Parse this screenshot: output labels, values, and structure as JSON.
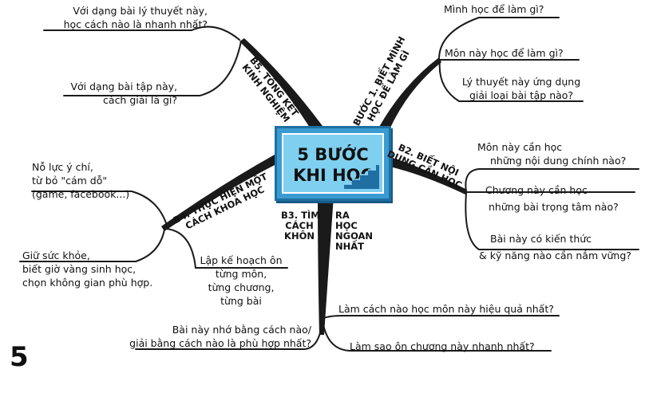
{
  "center": {
    "line1": "5 BƯỚC",
    "line2": "KHI HỌC"
  },
  "page_number": "5",
  "branches": {
    "b1": {
      "line1": "BƯỚC 1. BIẾT MÌNH",
      "line2": "HỌC ĐỂ LÀM GÌ",
      "items": [
        [
          "Mình học để làm gì?"
        ],
        [
          "Môn này học để làm gì?"
        ],
        [
          "Lý thuyết này ứng dụng",
          "giải loại bài tập nào?"
        ]
      ]
    },
    "b2": {
      "line1": "B2. BIẾT NỘI",
      "line2": "DUNG CẦN HỌC",
      "items": [
        [
          "Môn này cần học",
          "những nội dung chính nào?"
        ],
        [
          "Chương này cần học",
          "những bài trọng tâm nào?"
        ],
        [
          "Bài này có kiến thức",
          "& kỹ năng nào cần nắm vững?"
        ]
      ]
    },
    "b3": {
      "col1": [
        "B3. TÌM",
        "CÁCH",
        "KHÔN"
      ],
      "col2": [
        "RA",
        "HỌC",
        "NGOAN",
        "NHẤT"
      ],
      "items": [
        [
          "Làm cách nào học môn này hiệu quả nhất?"
        ],
        [
          "Làm sao ôn chương này nhanh nhất?"
        ],
        [
          "Bài này nhớ bằng cách nào/",
          "giải bằng cách nào là phù hợp nhất?"
        ]
      ]
    },
    "b4": {
      "line1": "B4. THỰC HIỆN MỘT",
      "line2": "CÁCH KHOA HỌC",
      "items": [
        [
          "Nỗ lực ý chí,",
          "từ bỏ \"cám dỗ\"",
          "(game, facebook...)"
        ],
        [
          "Giữ sức khỏe,",
          "biết giờ vàng sinh học,",
          "chọn không gian phù hợp."
        ],
        [
          "Lập kế hoạch ôn",
          "từng môn,",
          "từng chương,",
          "từng bài"
        ]
      ]
    },
    "b5": {
      "line1": "B5. TỔNG KẾT",
      "line2": "KINH NGHIỆM",
      "items": [
        [
          "Với dạng bài lý thuyết này,",
          "học cách nào là nhanh nhất?"
        ],
        [
          "Với dạng bài tập này,",
          "cách giải là gì?"
        ]
      ]
    }
  }
}
